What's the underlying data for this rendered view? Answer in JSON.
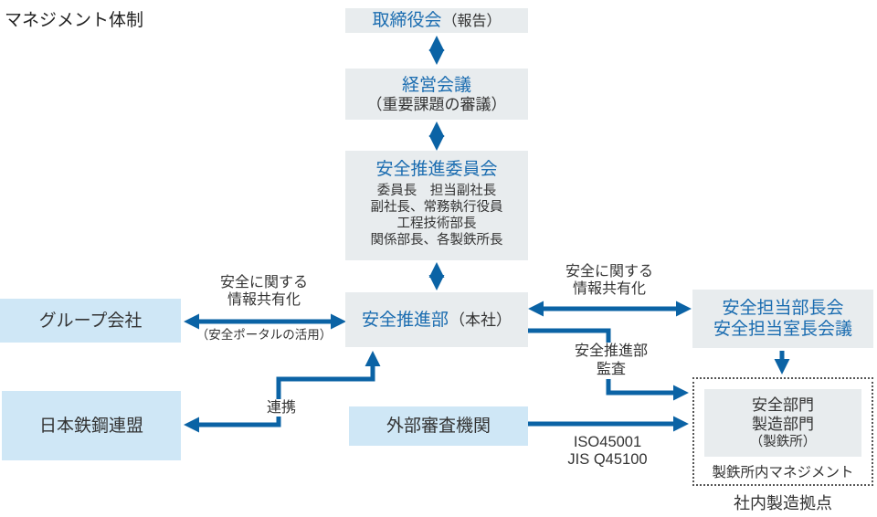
{
  "page": {
    "title": "マネジメント体制"
  },
  "colors": {
    "arrow_blue": "#0b63a5",
    "heading_blue": "#1a6cb0",
    "box_gray": "#e8ecee",
    "box_blue": "#cfe7f6",
    "text_dark": "#333333",
    "dotted_border": "#555555"
  },
  "nodes": {
    "board": {
      "title": "取締役会",
      "note": "（報告）"
    },
    "management_meeting": {
      "title": "経営会議",
      "note": "（重要課題の審議）"
    },
    "safety_committee": {
      "title": "安全推進委員会",
      "members": [
        "委員長　担当副社長",
        "副社長、常務執行役員",
        "工程技術部長",
        "関係部長、各製鉄所長"
      ]
    },
    "safety_dept": {
      "title": "安全推進部",
      "note": "（本社）"
    },
    "group_companies": {
      "title": "グループ会社"
    },
    "steel_federation": {
      "title": "日本鉄鋼連盟"
    },
    "external_auditor": {
      "title": "外部審査機関"
    },
    "council": {
      "line1": "安全担当部長会",
      "line2": "安全担当室長会議"
    },
    "plant": {
      "line1": "安全部門",
      "line2": "製造部門",
      "line3": "（製鉄所）",
      "footer": "製鉄所内マネジメント",
      "caption": "社内製造拠点"
    }
  },
  "edge_labels": {
    "left_share_1": "安全に関する",
    "left_share_2": "情報共有化",
    "left_share_note": "（安全ポータルの活用）",
    "right_share_1": "安全に関する",
    "right_share_2": "情報共有化",
    "renkei": "連携",
    "audit_1": "安全推進部",
    "audit_2": "監査",
    "iso": "ISO45001",
    "jis": "JIS Q45100"
  }
}
